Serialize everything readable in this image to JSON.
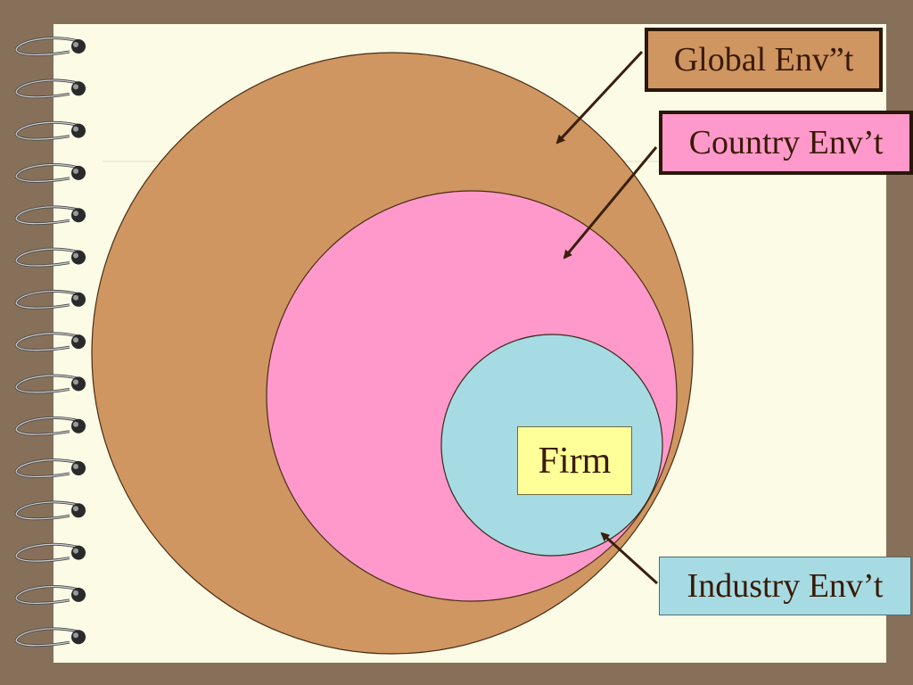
{
  "diagram": {
    "labels": {
      "global": "Global Env”t",
      "country": "Country Env’t",
      "industry": "Industry Env’t",
      "firm": "Firm"
    },
    "colors": {
      "background": "#87705a",
      "paper": "#fbfbe6",
      "global_fill": "#cf9662",
      "country_fill": "#ff99cb",
      "industry_fill": "#a6dbe3",
      "firm_fill": "#ffff99",
      "arrow": "#3a1f0b"
    },
    "decorations": {
      "binding": "spiral-binding",
      "ring_count": 15
    }
  }
}
